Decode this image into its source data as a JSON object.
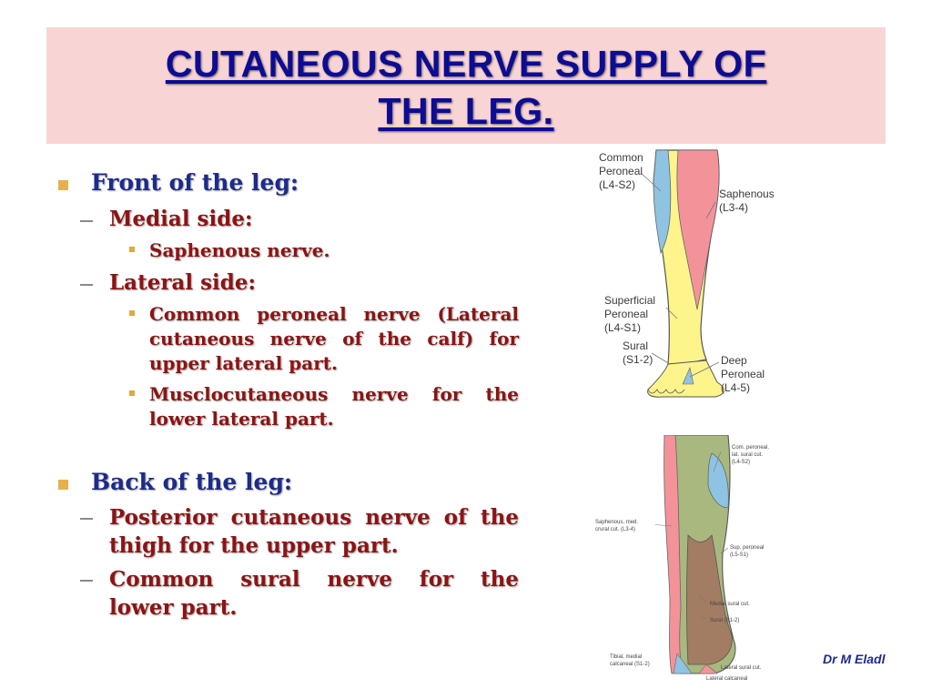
{
  "title": {
    "line1": "CUTANEOUS NERVE SUPPLY OF",
    "line2": "THE LEG."
  },
  "front": {
    "heading": "Front of the leg:",
    "medial": {
      "label": "Medial side:",
      "items": [
        "Saphenous nerve."
      ]
    },
    "lateral": {
      "label": "Lateral side:",
      "items": [
        {
          "lines": [
            "Common peroneal nerve (Lateral",
            "cutaneous nerve of the calf) for",
            "upper lateral part."
          ]
        },
        {
          "lines": [
            "Musclocutaneous nerve for the",
            "lower lateral part."
          ]
        }
      ]
    }
  },
  "back": {
    "heading": "Back of the leg:",
    "items": [
      {
        "lines": [
          "Posterior cutaneous nerve of the",
          "thigh for the upper part."
        ]
      },
      {
        "lines": [
          "Common sural nerve for the",
          "lower part."
        ]
      }
    ]
  },
  "front_figure": {
    "labels": {
      "common_peroneal": "Common\nPeroneal\n(L4-S2)",
      "saphenous": "Saphenous\n(L3-4)",
      "superficial_peroneal": "Superficial\nPeroneal\n(L4-S1)",
      "sural": "Sural\n(S1-2)",
      "deep_peroneal": "Deep\nPeroneal\n(L4-5)"
    }
  },
  "back_figure": {
    "labels": {
      "com_peroneal": "Com. peroneal.\nlat. sural cut.\n(L4-S2)",
      "saphenous_med": "Saphenous, med.\ncrural cut. (L3-4)",
      "sup_peroneal": "Sup. peroneal\n(L5-S1)",
      "medial_sural": "Medial sural cut.",
      "sural": "Sural (S1-2)",
      "tibial": "Tibial, medial\ncalcaneal (S1-2)",
      "lateral_sural": "Lateral sural cut.",
      "lateral_calcaneal": "Lateral calcaneal"
    }
  },
  "credit": "Dr M Eladl",
  "colors": {
    "title": "#0c0c94",
    "heading": "#1d2b8a",
    "body": "#8c1414",
    "title_band": "#f9d4d4",
    "bullet": "#e7b04f",
    "yellow": "#fef48c",
    "pink": "#f4929a",
    "blue": "#8fc3e2",
    "green": "#a9b87e",
    "brown": "#a37d63"
  }
}
